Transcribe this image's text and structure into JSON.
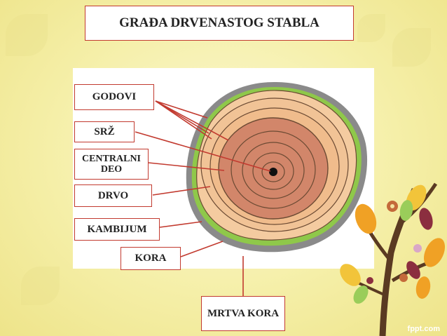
{
  "title": "GRAĐA DRVENASTOG STABLA",
  "labels": {
    "godovi": "GODOVI",
    "srz": "SRŽ",
    "centralni": "CENTRALNI DEO",
    "drvo": "DRVO",
    "kambijum": "KAMBIJUM",
    "kora": "KORA",
    "mrtva": "MRTVA KORA"
  },
  "watermark": "fppt.com",
  "colors": {
    "accent": "#c23a2f",
    "dead_bark": "#8a8a8a",
    "cambium": "#8fc84a",
    "outer_wood": "#f4cba0",
    "heartwood": "#d2866a",
    "pith": "#111111"
  }
}
